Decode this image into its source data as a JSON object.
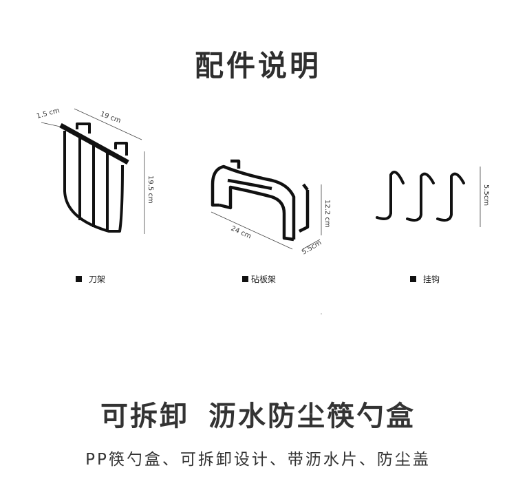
{
  "title": "配件说明",
  "accessories": [
    {
      "name": "刀架",
      "icon": "knife-rack-icon",
      "dimensions": {
        "depth": "1.5 cm",
        "width": "19 cm",
        "height": "19.5 cm"
      }
    },
    {
      "name": "砧板架",
      "icon": "cutting-board-rack-icon",
      "dimensions": {
        "length": "24 cm",
        "depth": "5.5cm",
        "height": "12.2 cm"
      }
    },
    {
      "name": "挂钩",
      "icon": "hook-icon",
      "dimensions": {
        "height": "5.5cm"
      }
    }
  ],
  "headline": {
    "part1": "可拆卸",
    "part2": "沥水防尘筷勺盒"
  },
  "subline": "PP筷勺盒、可拆卸设计、带沥水片、防尘盖",
  "colors": {
    "title": "#2e2e2e",
    "product": "#111111",
    "text": "#333333"
  }
}
